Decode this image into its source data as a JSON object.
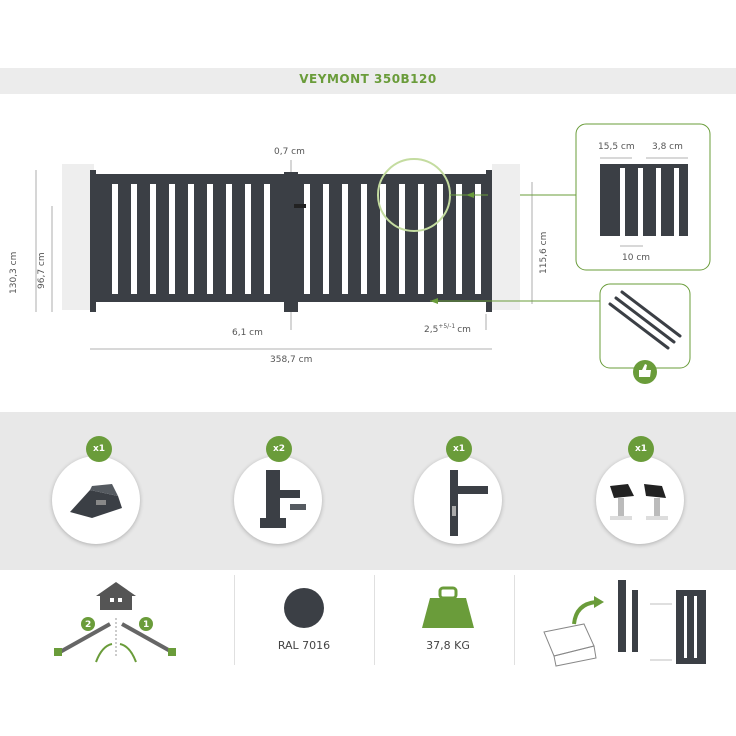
{
  "title": "VEYMONT 350B120",
  "dimensions": {
    "gap": "0,7 cm",
    "total_height": "130,3 cm",
    "post_height": "96,7 cm",
    "leaf_height": "115,6 cm",
    "bottom_clearance": "6,1 cm",
    "side_gap": "2,5",
    "side_gap_sup": "+5/-1",
    "side_gap_unit": "cm",
    "total_width": "358,7 cm"
  },
  "detail": {
    "slat_width": "15,5 cm",
    "gap_width": "3,8 cm",
    "pitch": "10 cm"
  },
  "accessories": [
    {
      "count": "x1",
      "icon": "gate-stop-icon"
    },
    {
      "count": "x2",
      "icon": "hinge-icon"
    },
    {
      "count": "x1",
      "icon": "handle-lock-icon"
    },
    {
      "count": "x1",
      "icon": "stop-block-icon"
    }
  ],
  "specs": {
    "color_label": "RAL 7016",
    "color_hex": "#3b3f45",
    "weight_label": "37,8 KG",
    "badge_green": "#6a9c3a",
    "opening_step_1": "1",
    "opening_step_2": "2"
  }
}
